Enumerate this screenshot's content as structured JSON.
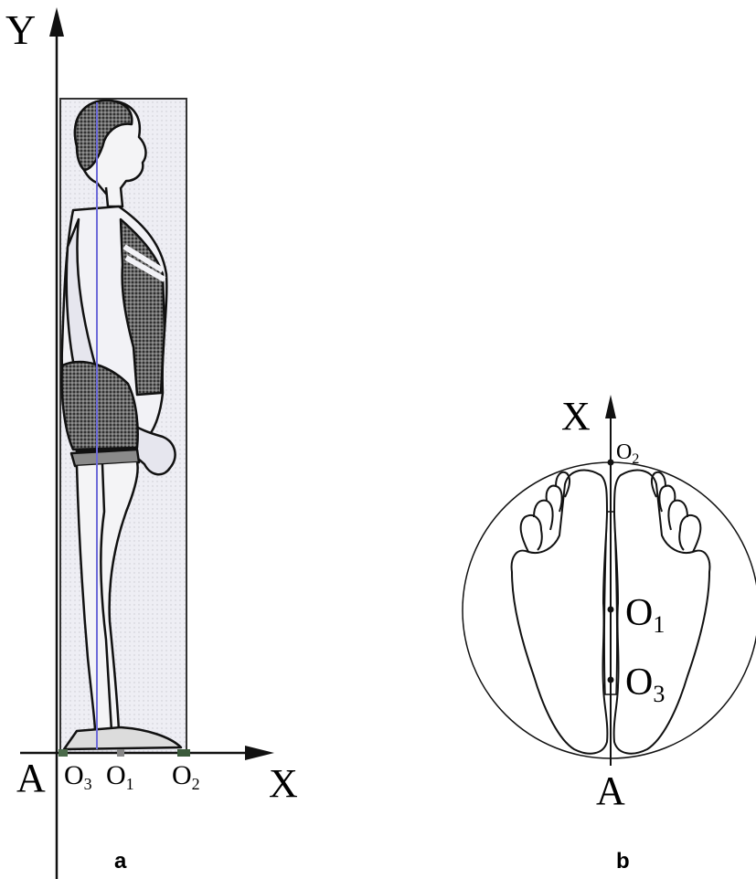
{
  "panel_a": {
    "caption": "a",
    "y_axis_label": "Y",
    "x_axis_label": "X",
    "origin_label": "A",
    "points": [
      {
        "base": "O",
        "sub": "3"
      },
      {
        "base": "O",
        "sub": "1"
      },
      {
        "base": "O",
        "sub": "2"
      }
    ]
  },
  "panel_b": {
    "caption": "b",
    "x_axis_label": "X",
    "origin_label": "A",
    "points": [
      {
        "base": "O",
        "sub": "2"
      },
      {
        "base": "O",
        "sub": "1"
      },
      {
        "base": "O",
        "sub": "3"
      }
    ]
  },
  "colors": {
    "line": "#111111",
    "figure_fill": "#ecebf3",
    "center_line": "#6d6bd8",
    "dark_pattern": "#4a4a4a",
    "shade": "#9a9a9a",
    "background": "#ffffff"
  }
}
